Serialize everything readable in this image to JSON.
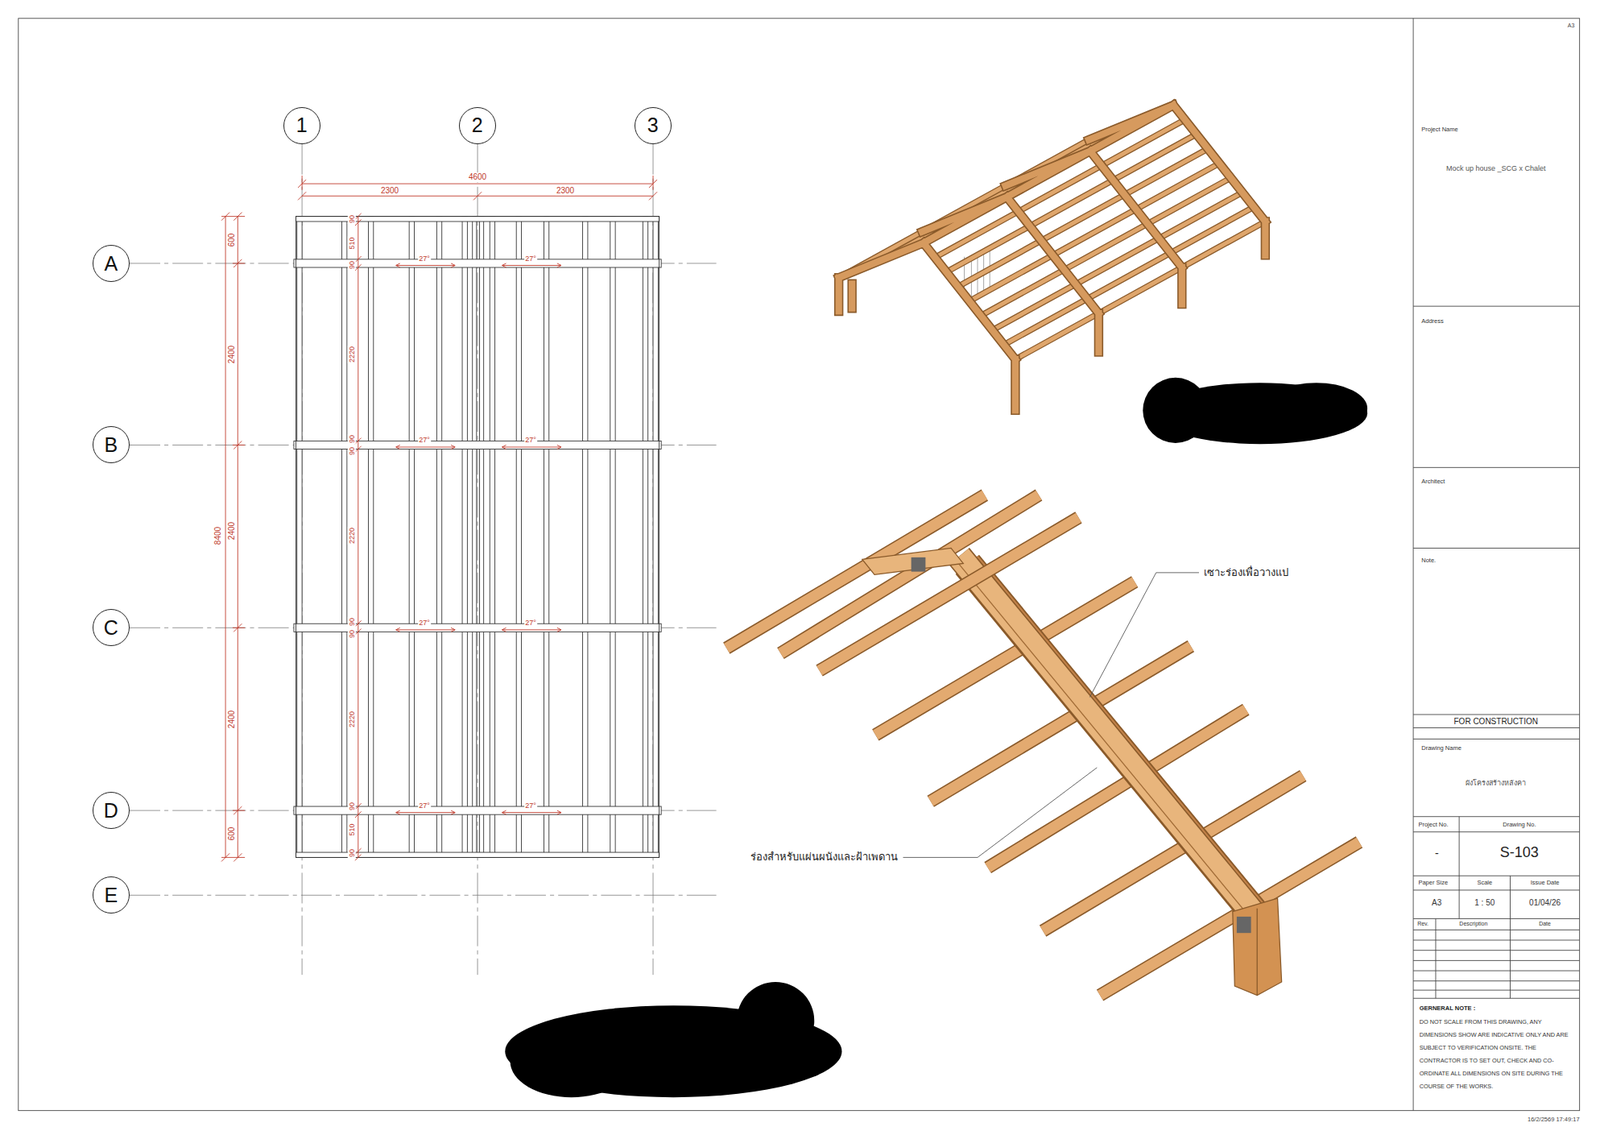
{
  "diagram": {
    "nodes": [
      {
        "text": [
          "1"
        ]
      },
      {
        "text": [
          "2"
        ]
      },
      {
        "text": [
          "3"
        ]
      },
      {
        "text": [
          "A"
        ]
      },
      {
        "text": [
          "B"
        ]
      },
      {
        "text": [
          "C"
        ]
      },
      {
        "text": [
          "D"
        ]
      },
      {
        "text": [
          "E"
        ]
      },
      {
        "text": [
          "Project Name",
          "Mock up house _SCG x Chalet"
        ]
      },
      {
        "text": [
          "Address"
        ]
      },
      {
        "text": [
          "Architect"
        ]
      },
      {
        "text": [
          "Note."
        ]
      },
      {
        "text": [
          "FOR CONSTRUCTION"
        ]
      },
      {
        "text": [
          "Drawing Name",
          "ผังโครงสร้างหลังคา"
        ]
      },
      {
        "text": [
          "Project No.",
          "-"
        ]
      },
      {
        "text": [
          "Drawing No.",
          "S-103"
        ]
      },
      {
        "text": [
          "Paper Size",
          "A3"
        ]
      },
      {
        "text": [
          "Scale",
          "1 : 50"
        ]
      },
      {
        "text": [
          "Issue Date",
          "01/04/26"
        ]
      },
      {
        "text": [
          "Rev."
        ]
      },
      {
        "text": [
          "Description"
        ]
      },
      {
        "text": [
          "Date"
        ]
      },
      {
        "text": [
          "GERNERAL NOTE :",
          "DO NOT SCALE FROM THIS DRAWING, ANY DIMENSIONS SHOW ARE INDICATIVE ONLY AND ARE SUBJECT TO VERIFICATION ONSITE. THE CONTRACTOR IS TO SET OUT, CHECK AND CO-ORDINATE ALL DIMENSIONS ON SITE DURING THE COURSE OF THE WORKS."
        ]
      }
    ],
    "labels": [
      "A3",
      "4600",
      "2300",
      "2300",
      "600",
      "2400",
      "8400",
      "2400",
      "2400",
      "600",
      "90",
      "510",
      "90",
      "2220",
      "90",
      "90",
      "2220",
      "90",
      "90",
      "2220",
      "90",
      "510",
      "90",
      "27°",
      "27°",
      "27°",
      "27°",
      "27°",
      "27°",
      "27°",
      "27°",
      "เซาะร่องเพื่อวางแป",
      "ร่องสำหรับแผ่นผนังและฝ้าเพดาน",
      "16/2/2569 17:49:17"
    ]
  }
}
